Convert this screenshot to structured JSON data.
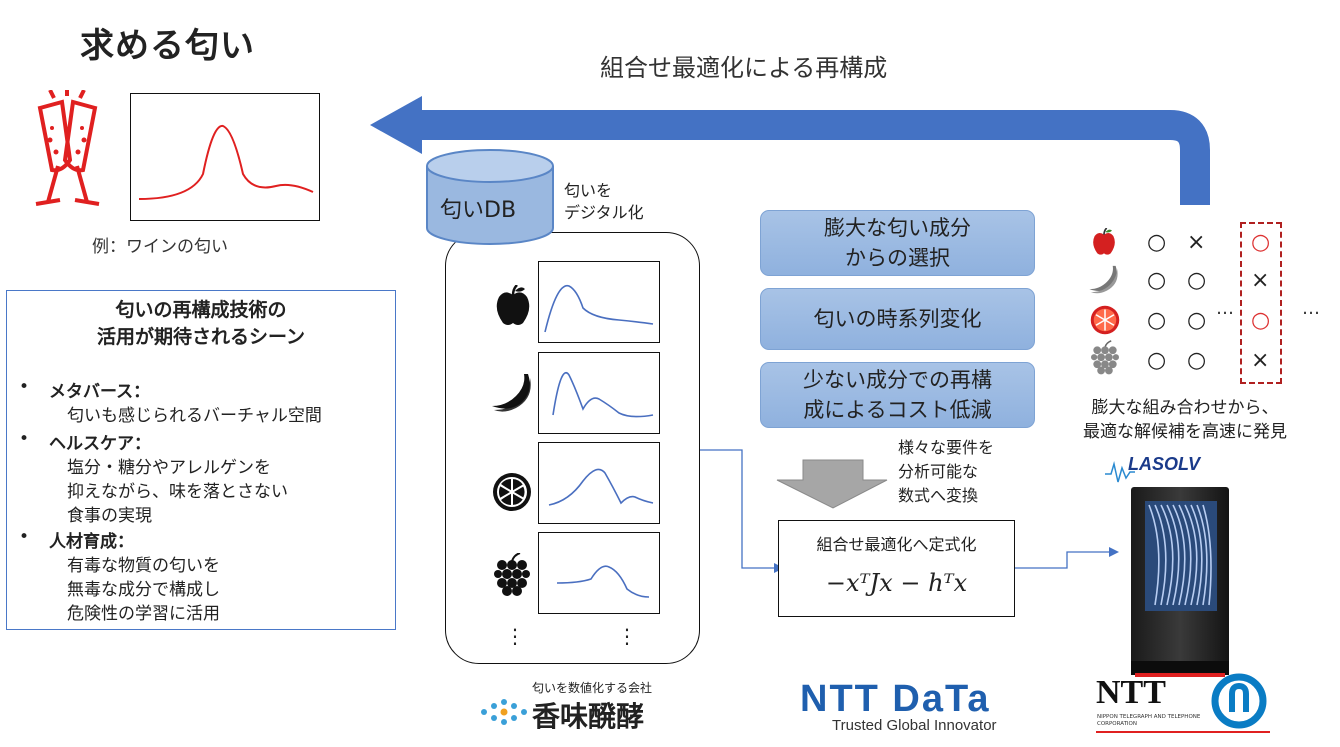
{
  "header": {
    "title": "求める匂い",
    "arrow_caption": "組合せ最適化による再構成"
  },
  "example": {
    "caption": "例：ワインの匂い"
  },
  "scenes": {
    "title_line1": "匂いの再構成技術の",
    "title_line2": "活用が期待されるシーン",
    "items": [
      {
        "label": "メタバース：",
        "lines": [
          "匂いも感じられるバーチャル空間"
        ]
      },
      {
        "label": "ヘルスケア：",
        "lines": [
          "塩分・糖分やアレルゲンを",
          "抑えながら、味を落とさない",
          "食事の実現"
        ]
      },
      {
        "label": "人材育成：",
        "lines": [
          "有毒な物質の匂いを",
          "無毒な成分で構成し",
          "危険性の学習に活用"
        ]
      }
    ]
  },
  "database": {
    "label": "匂いDB",
    "note_line1": "匂いを",
    "note_line2": "デジタル化",
    "icons": [
      "apple-icon",
      "banana-icon",
      "orange-slice-icon",
      "grapes-icon"
    ],
    "ellipsis": "⋮"
  },
  "challenges": [
    {
      "line1": "膨大な匂い成分",
      "line2": "からの選択"
    },
    {
      "line1": "匂いの時系列変化",
      "line2": ""
    },
    {
      "line1": "少ない成分での再構",
      "line2": "成によるコスト低減"
    }
  ],
  "requirements_note": [
    "様々な要件を",
    "分析可能な",
    "数式へ変換"
  ],
  "formulation": {
    "label": "組合せ最適化へ定式化",
    "formula": "−xᵀJx − hᵀx"
  },
  "combination": {
    "caption_line1": "膨大な組み合わせから、",
    "caption_line2": "最適な解候補を高速に発見",
    "rows": [
      {
        "icon": "apple-icon",
        "cells": [
          "○",
          "×"
        ],
        "selected": "○"
      },
      {
        "icon": "banana-icon",
        "cells": [
          "○",
          "○"
        ],
        "selected": "×"
      },
      {
        "icon": "orange-slice-icon",
        "cells": [
          "○",
          "○"
        ],
        "selected": "○"
      },
      {
        "icon": "grapes-icon",
        "cells": [
          "○",
          "○"
        ],
        "selected": "×"
      }
    ],
    "dots": "…",
    "accent_color": "#d33333"
  },
  "machine": {
    "logo": "LASOLV"
  },
  "logos": {
    "kouki_caption": "匂いを数値化する会社",
    "kouki_name": "香味醗酵",
    "nttdata_name": "NTT DaTa",
    "nttdata_tagline": "Trusted Global Innovator",
    "ntt_name": "NTT",
    "ntt_sub1": "NIPPON TELEGRAPH AND TELEPHONE",
    "ntt_sub2": "CORPORATION"
  },
  "colors": {
    "arrow_blue": "#4472c4",
    "curve_red": "#e02020",
    "curve_blue": "#4a6fc0",
    "pill_blue": "#9ab8e0"
  }
}
